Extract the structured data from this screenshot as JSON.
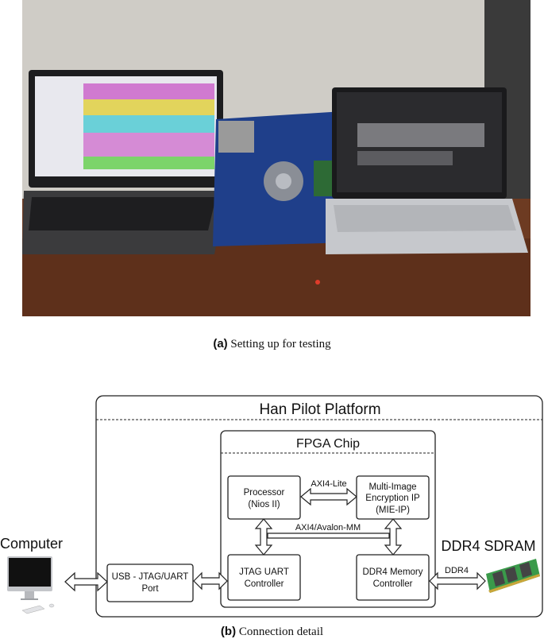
{
  "figure_a": {
    "label": "(a)",
    "caption": "Setting up for testing"
  },
  "figure_b": {
    "label": "(b)",
    "caption": "Connection detail",
    "platform_title": "Han Pilot Platform",
    "fpga_title": "FPGA Chip",
    "computer_label": "Computer",
    "sdram_label": "DDR4 SDRAM",
    "blocks": {
      "processor": [
        "Processor",
        "(Nios II)"
      ],
      "mie_ip": [
        "Multi-Image",
        "Encryption IP",
        "(MIE-IP)"
      ],
      "jtag_uart": [
        "JTAG UART",
        "Controller"
      ],
      "ddr4_controller": [
        "DDR4 Memory",
        "Controller"
      ],
      "usb_port": [
        "USB - JTAG/UART",
        "Port"
      ]
    },
    "links": {
      "axi4_lite": "AXI4-Lite",
      "axi4_avalon": "AXI4/Avalon-MM",
      "ddr4": "DDR4"
    }
  }
}
